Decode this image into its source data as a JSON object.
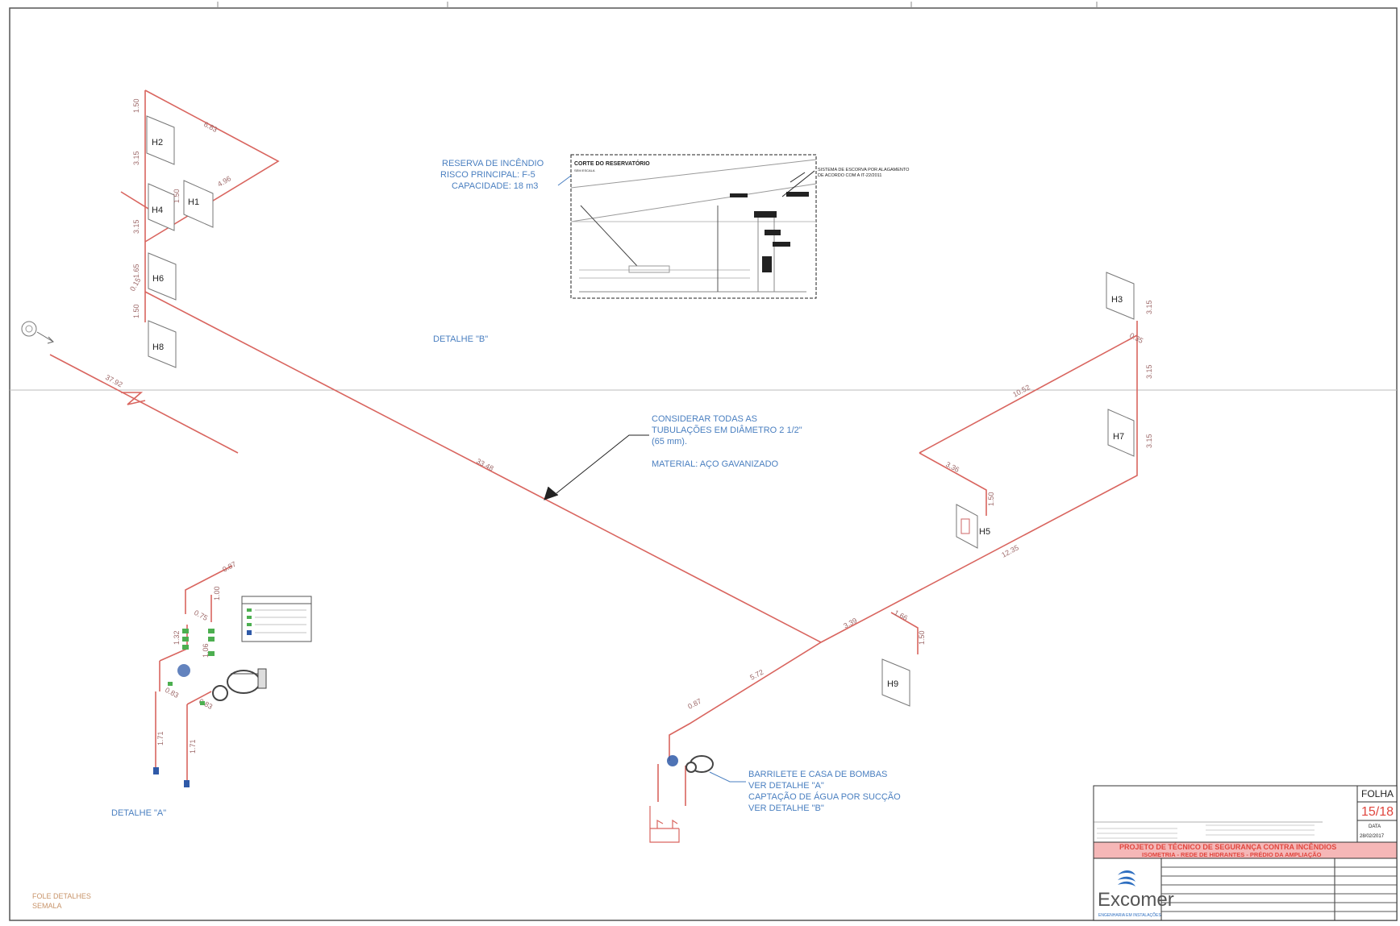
{
  "title_block": {
    "folha_label": "FOLHA",
    "folha_value": "15/18",
    "data_label": "DATA",
    "data_value": "28/02/2017",
    "project_title": "PROJETO DE TÉCNICO DE SEGURANÇA CONTRA INCÊNDIOS",
    "project_subtitle": "ISOMETRIA - REDE DE HIDRANTES - PRÉDIO DA AMPLIAÇÃO",
    "company_name": "Excomer",
    "company_tagline": "ENGENHARIA EM INSTALAÇÕES"
  },
  "hydrants": [
    "H1",
    "H2",
    "H3",
    "H4",
    "H5",
    "H6",
    "H7",
    "H8",
    "H9"
  ],
  "dimensions": [
    "1.50",
    "6.83",
    "3.15",
    "4.96",
    "1.50",
    "3.15",
    "1.65",
    "0.15",
    "1.50",
    "37.92",
    "33.48",
    "10.52",
    "3.15",
    "0.35",
    "3.15",
    "3.15",
    "3.36",
    "1.50",
    "12.35",
    "3.39",
    "1.66",
    "1.50",
    "5.72",
    "0.87",
    "0.87",
    "1.00",
    "0.75",
    "1.32",
    "1.06",
    "0.83",
    "0.83",
    "1.71",
    "1.71"
  ],
  "notes": {
    "reserva_line1": "RESERVA DE INCÊNDIO",
    "reserva_line2": "RISCO PRINCIPAL: F-5",
    "reserva_line3": "CAPACIDADE: 18 m3",
    "corte_title": "CORTE DO RESERVATÓRIO",
    "escorva_line1": "SISTEMA DE ESCORVA POR ALAGAMENTO",
    "escorva_line2": "DE ACORDO COM A IT-22/2011",
    "detalhe_b": "DETALHE \"B\"",
    "detalhe_a": "DETALHE \"A\"",
    "considerar_line1": "CONSIDERAR TODAS AS",
    "considerar_line2": "TUBULAÇÕES EM DIÂMETRO 2 1/2\"",
    "considerar_line3": "(65 mm).",
    "material": "MATERIAL: AÇO GAVANIZADO",
    "barrilete_line1": "BARRILETE E CASA DE BOMBAS",
    "barrilete_line2": "VER DETALHE \"A\"",
    "barrilete_line3": "CAPTAÇÃO DE ÁGUA POR SUCÇÃO",
    "barrilete_line4": "VER DETALHE \"B\"",
    "footer_line1": "FOLE DETALHES",
    "footer_line2": "SEMALA"
  },
  "colors": {
    "pipe": "#d9655f",
    "annotation": "#4a7fc0",
    "valve": "#4caf50",
    "pump": "#2f5aa8"
  }
}
